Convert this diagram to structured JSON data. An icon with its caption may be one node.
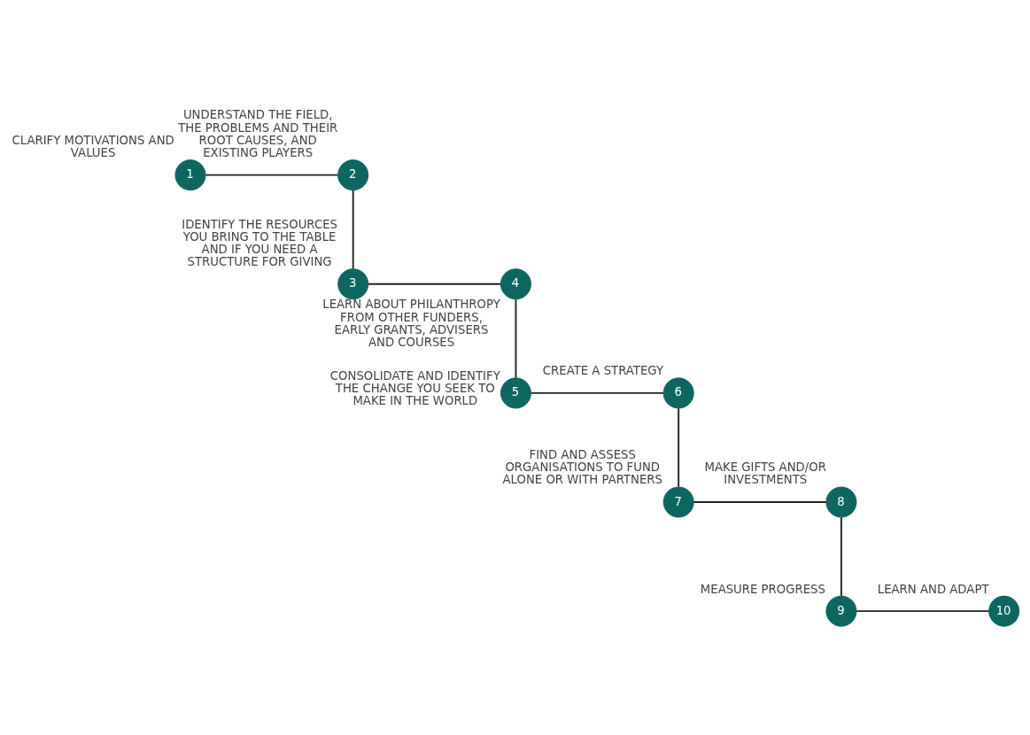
{
  "diagram": {
    "nodes": [
      {
        "text": [
          "1"
        ],
        "beside": [
          "CLARIFY MOTIVATIONS AND VALUES"
        ]
      },
      {
        "text": [
          "2"
        ],
        "beside": [
          "UNDERSTAND THE FIELD, THE PROBLEMS AND THEIR ROOT CAUSES, AND EXISTING PLAYERS"
        ]
      },
      {
        "text": [
          "3"
        ],
        "beside": [
          "IDENTIFY THE RESOURCES YOU BRING TO THE TABLE AND IF YOU NEED A STRUCTURE FOR GIVING"
        ]
      },
      {
        "text": [
          "4"
        ],
        "beside": [
          "LEARN ABOUT PHILANTHROPY FROM OTHER FUNDERS, EARLY GRANTS, ADVISERS AND COURSES"
        ]
      },
      {
        "text": [
          "5"
        ],
        "beside": [
          "CONSOLIDATE AND IDENTIFY THE CHANGE YOU SEEK TO MAKE IN THE WORLD"
        ]
      },
      {
        "text": [
          "6"
        ],
        "beside": [
          "CREATE A STRATEGY"
        ]
      },
      {
        "text": [
          "7"
        ],
        "beside": [
          "FIND AND ASSESS ORGANISATIONS TO FUND ALONE OR WITH PARTNERS"
        ]
      },
      {
        "text": [
          "8"
        ],
        "beside": [
          "MAKE GIFTS AND/OR INVESTMENTS"
        ]
      },
      {
        "text": [
          "9"
        ],
        "beside": [
          "MEASURE PROGRESS"
        ]
      },
      {
        "text": [
          "10"
        ],
        "beside": [
          "LEARN AND ADAPT"
        ]
      }
    ],
    "edges": [
      {
        "from": 0,
        "to": 1,
        "arrow": "none"
      },
      {
        "from": 1,
        "to": 2,
        "arrow": "none"
      },
      {
        "from": 2,
        "to": 3,
        "arrow": "none"
      },
      {
        "from": 3,
        "to": 4,
        "arrow": "none"
      },
      {
        "from": 4,
        "to": 5,
        "arrow": "none"
      },
      {
        "from": 5,
        "to": 6,
        "arrow": "none"
      },
      {
        "from": 6,
        "to": 7,
        "arrow": "none"
      },
      {
        "from": 7,
        "to": 8,
        "arrow": "none"
      },
      {
        "from": 8,
        "to": 9,
        "arrow": "none"
      }
    ]
  }
}
